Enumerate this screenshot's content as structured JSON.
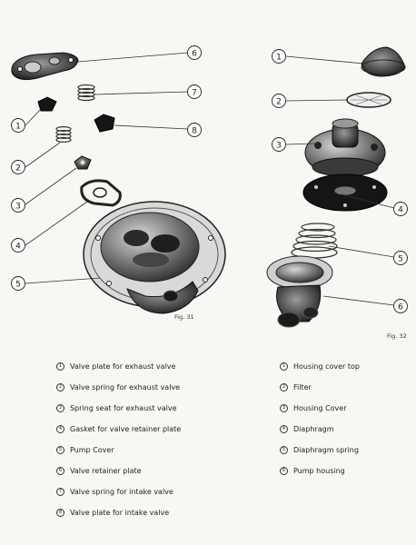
{
  "figures": [
    {
      "label": "Fig. 31",
      "callouts": [
        "1",
        "2",
        "3",
        "4",
        "5",
        "6",
        "7",
        "8"
      ],
      "legend": [
        {
          "num": "1",
          "text": "Valve plate for exhaust valve"
        },
        {
          "num": "2",
          "text": "Valve spring for exhaust valve"
        },
        {
          "num": "3",
          "text": "Spring seat for exhaust valve"
        },
        {
          "num": "4",
          "text": "Gasket for valve retainer plate"
        },
        {
          "num": "5",
          "text": "Pump Cover"
        },
        {
          "num": "6",
          "text": "Valve retainer plate"
        },
        {
          "num": "7",
          "text": "Valve spring for intake valve"
        },
        {
          "num": "8",
          "text": "Valve plate for intake valve"
        }
      ]
    },
    {
      "label": "Fig. 32",
      "callouts": [
        "1",
        "2",
        "3",
        "4",
        "5",
        "6"
      ],
      "legend": [
        {
          "num": "1",
          "text": "Housing cover top"
        },
        {
          "num": "2",
          "text": "Filter"
        },
        {
          "num": "3",
          "text": "Housing Cover"
        },
        {
          "num": "4",
          "text": "Diaphragm"
        },
        {
          "num": "5",
          "text": "Diaphragm spring"
        },
        {
          "num": "6",
          "text": "Pump housing"
        }
      ]
    }
  ]
}
